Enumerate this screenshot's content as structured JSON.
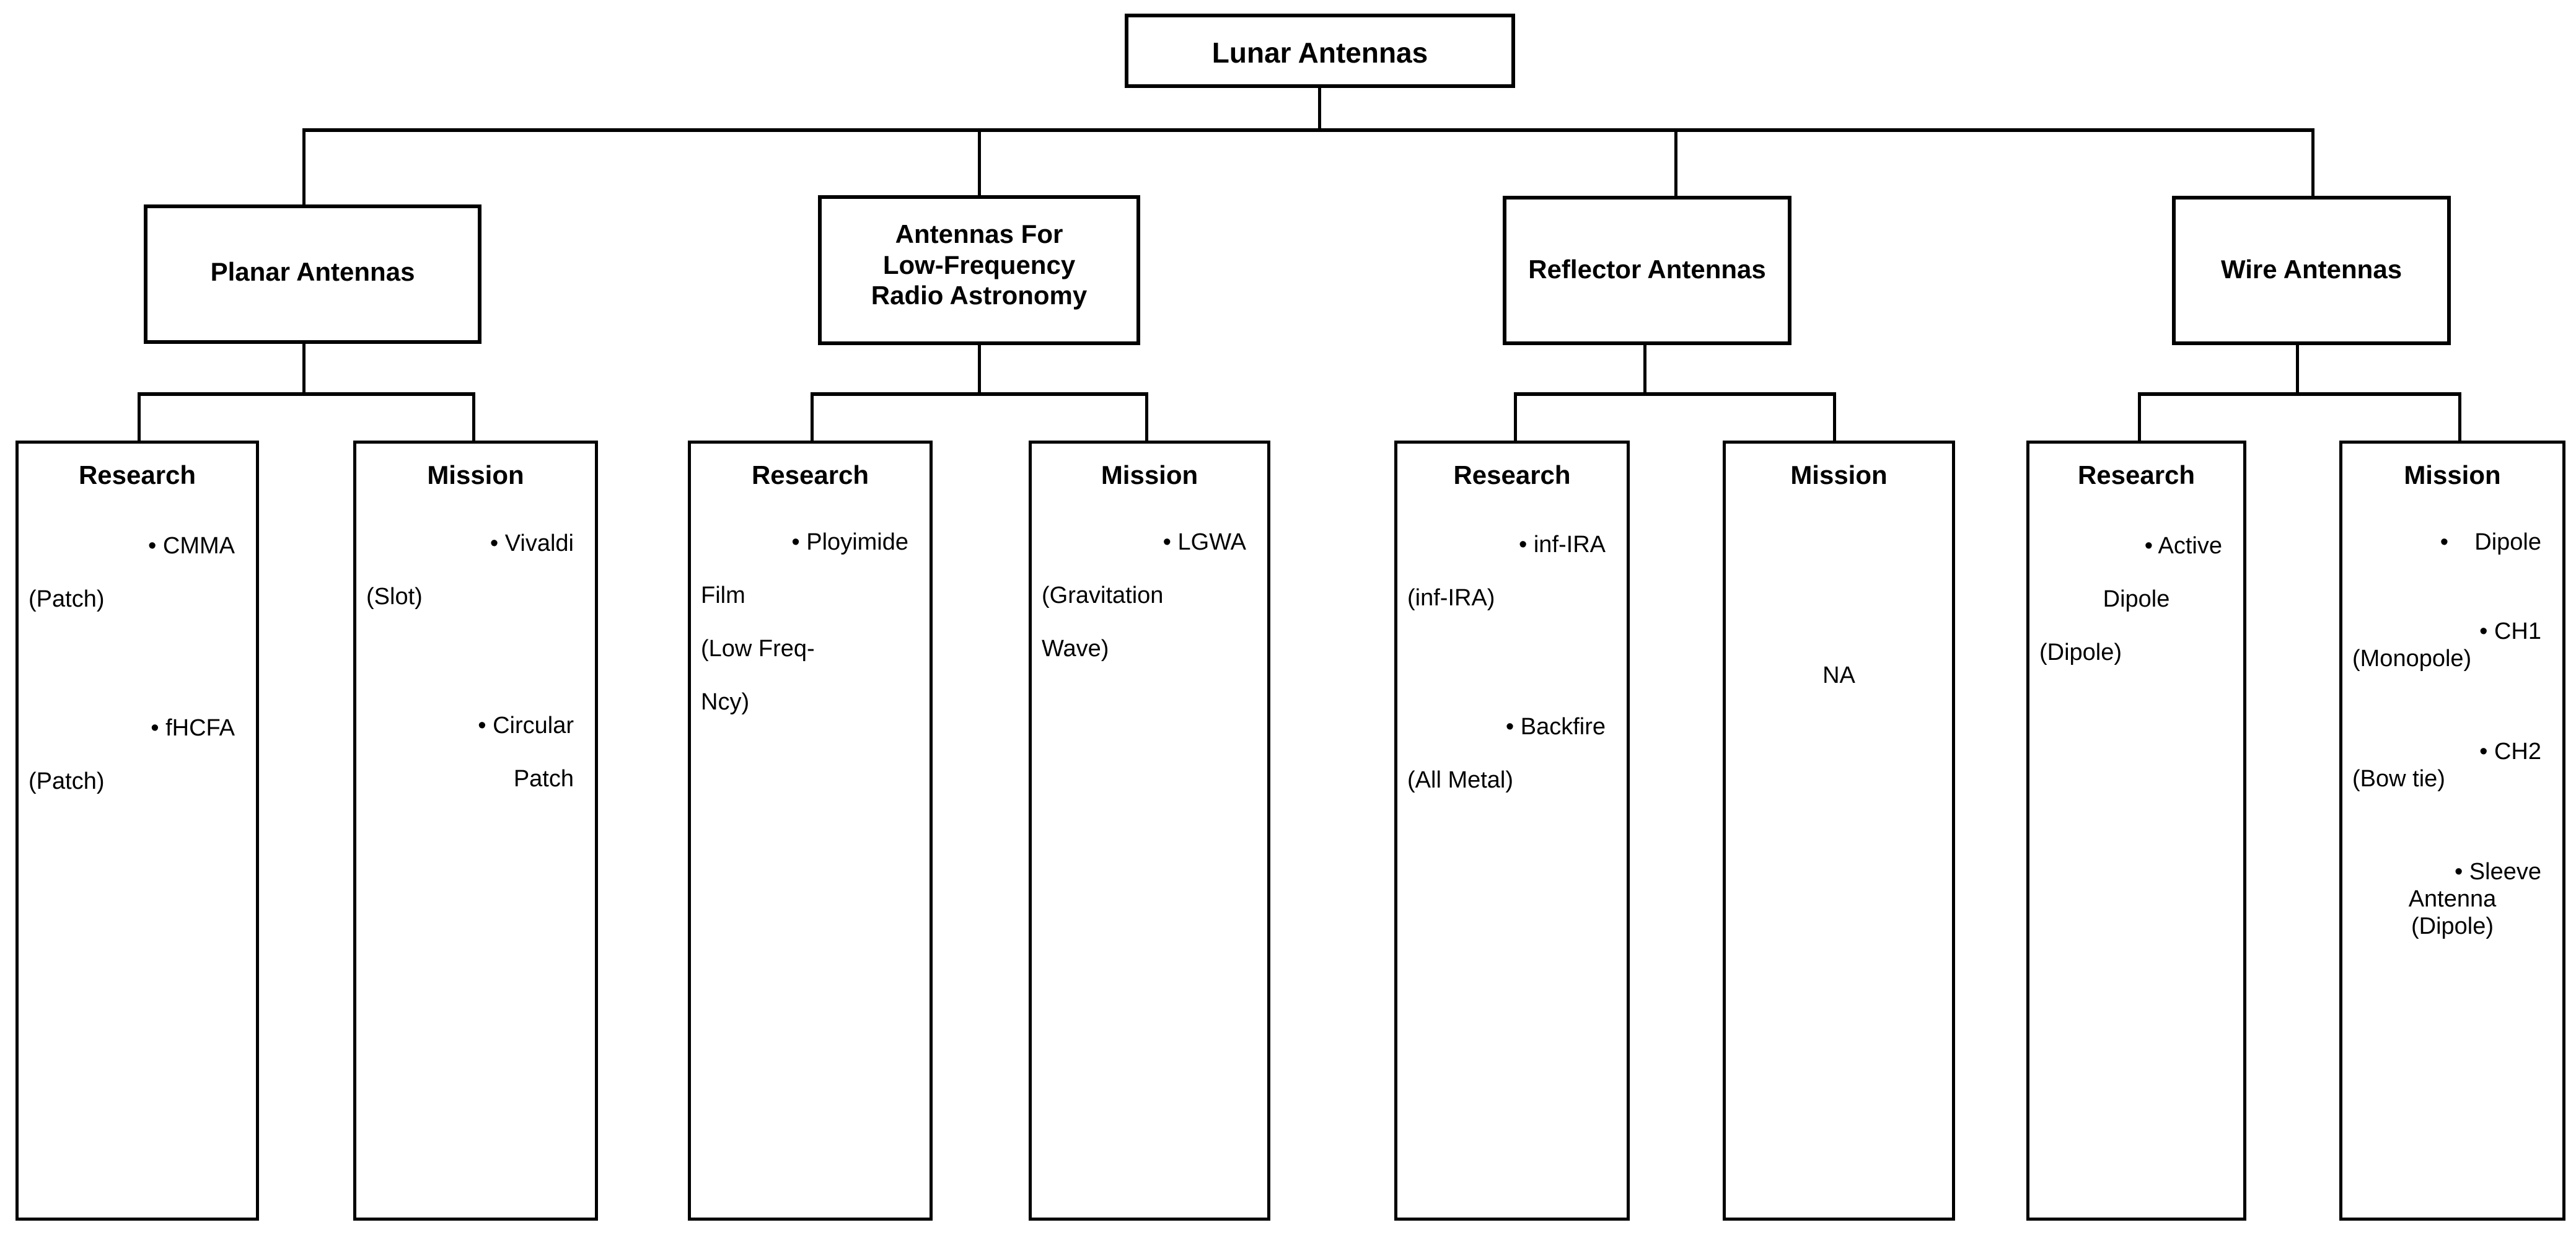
{
  "diagram": {
    "type": "tree",
    "title": "Lunar Antennas taxonomy",
    "root": {
      "label": "Lunar Antennas"
    },
    "level2": [
      {
        "label": "Planar Antennas",
        "lines": [
          "Planar Antennas"
        ]
      },
      {
        "label": "Antennas For Low-Frequency Radio Astronomy",
        "lines": [
          "Antennas For",
          "Low-Frequency",
          "Radio Astronomy"
        ]
      },
      {
        "label": "Reflector Antennas",
        "lines": [
          "Reflector Antennas"
        ]
      },
      {
        "label": "Wire Antennas",
        "lines": [
          "Wire Antennas"
        ]
      }
    ],
    "leaves": [
      {
        "heading": "Research",
        "parent": "Planar Antennas",
        "entries": [
          {
            "bullet": "• CMMA",
            "detail": "(Patch)"
          },
          {
            "bullet": "• fHCFA",
            "detail": "(Patch)"
          }
        ],
        "lines": [
          {
            "text": "• CMMA",
            "align": "r"
          },
          {
            "text": "(Patch)",
            "align": "l"
          },
          {
            "text": "• fHCFA",
            "align": "r"
          },
          {
            "text": "(Patch)",
            "align": "l"
          }
        ]
      },
      {
        "heading": "Mission",
        "parent": "Planar Antennas",
        "entries": [
          {
            "bullet": "• Vivaldi",
            "detail": "(Slot)"
          },
          {
            "bullet": "• Circular",
            "detail": "Patch"
          }
        ],
        "lines": [
          {
            "text": "• Vivaldi",
            "align": "r"
          },
          {
            "text": "(Slot)",
            "align": "l"
          },
          {
            "text": "• Circular",
            "align": "r"
          },
          {
            "text": "Patch",
            "align": "r"
          }
        ]
      },
      {
        "heading": "Research",
        "parent": "Antennas For Low-Frequency Radio Astronomy",
        "entries": [
          {
            "bullet": "• Ployimide",
            "detail": "Film (Low Freq-Ncy)"
          }
        ],
        "lines": [
          {
            "text": "• Ployimide",
            "align": "r"
          },
          {
            "text": "Film",
            "align": "l"
          },
          {
            "text": "(Low Freq-",
            "align": "l"
          },
          {
            "text": "Ncy)",
            "align": "l"
          }
        ]
      },
      {
        "heading": "Mission",
        "parent": "Antennas For Low-Frequency Radio Astronomy",
        "entries": [
          {
            "bullet": "• LGWA",
            "detail": "(Gravitation Wave)"
          }
        ],
        "lines": [
          {
            "text": "• LGWA",
            "align": "r"
          },
          {
            "text": "(Gravitation",
            "align": "l"
          },
          {
            "text": "Wave)",
            "align": "l"
          }
        ]
      },
      {
        "heading": "Research",
        "parent": "Reflector Antennas",
        "entries": [
          {
            "bullet": "• inf-IRA",
            "detail": "(inf-IRA)"
          },
          {
            "bullet": "• Backfire",
            "detail": "(All Metal)"
          }
        ],
        "lines": [
          {
            "text": "• inf-IRA",
            "align": "r"
          },
          {
            "text": "(inf-IRA)",
            "align": "l"
          },
          {
            "text": "• Backfire",
            "align": "r"
          },
          {
            "text": "(All Metal)",
            "align": "l"
          }
        ]
      },
      {
        "heading": "Mission",
        "parent": "Reflector Antennas",
        "entries": [
          {
            "bullet": "NA",
            "detail": ""
          }
        ],
        "lines": [
          {
            "text": "NA",
            "align": "c"
          }
        ]
      },
      {
        "heading": "Research",
        "parent": "Wire Antennas",
        "entries": [
          {
            "bullet": "• Active",
            "detail": "Dipole (Dipole)"
          }
        ],
        "lines": [
          {
            "text": "• Active",
            "align": "r"
          },
          {
            "text": "Dipole",
            "align": "c"
          },
          {
            "text": "(Dipole)",
            "align": "l"
          }
        ]
      },
      {
        "heading": "Mission",
        "parent": "Wire Antennas",
        "entries": [
          {
            "bullet": "•   Dipole",
            "detail": ""
          },
          {
            "bullet": "• CH1",
            "detail": "(Monopole)"
          },
          {
            "bullet": "• CH2",
            "detail": "(Bow tie)"
          },
          {
            "bullet": "• Sleeve Antenna",
            "detail": "(Dipole)"
          }
        ],
        "lines": [
          {
            "text": "•    Dipole",
            "align": "r"
          },
          {
            "text": "• CH1",
            "align": "r"
          },
          {
            "text": "(Monopole)",
            "align": "l"
          },
          {
            "text": "• CH2",
            "align": "r"
          },
          {
            "text": "(Bow tie)",
            "align": "l"
          },
          {
            "text": "• Sleeve",
            "align": "r"
          },
          {
            "text": "Antenna",
            "align": "c"
          },
          {
            "text": "(Dipole)",
            "align": "c"
          }
        ]
      }
    ],
    "colors": {
      "line": "#000000",
      "background": "#ffffff",
      "text": "#000000"
    }
  }
}
